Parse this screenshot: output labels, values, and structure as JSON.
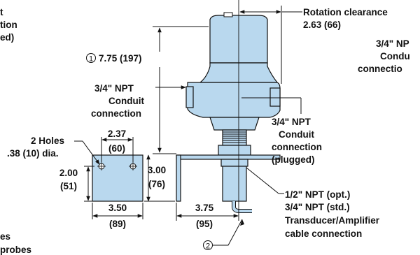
{
  "labels": {
    "top_left_1": "t",
    "top_left_2": "tion",
    "top_left_3": "ed)",
    "rotation_1": "Rotation clearance",
    "rotation_2": "2.63 (66)",
    "conduit_right_1": "3/4\" NP",
    "conduit_right_2": "Condu",
    "conduit_right_3": "connectio",
    "height_marker": "1",
    "height_value": "7.75 (197)",
    "conduit_left_1": "3/4\" NPT",
    "conduit_left_2": "Conduit",
    "conduit_left_3": "connection",
    "plugged_1": "3/4\" NPT",
    "plugged_2": "Conduit",
    "plugged_3": "connection",
    "plugged_4": "(plugged)",
    "holes_1": "2 Holes",
    "holes_2": ".38 (10) dia.",
    "hole_spacing_1": "2.37",
    "hole_spacing_2": "(60)",
    "plate_height_1": "2.00",
    "plate_height_2": "(51)",
    "bracket_height_1": "3.00",
    "bracket_height_2": "(76)",
    "plate_width_1": "3.50",
    "plate_width_2": "(89)",
    "bracket_depth_1": "3.75",
    "bracket_depth_2": "(95)",
    "cable_1": "1/2\" NPT (opt.)",
    "cable_2": "3/4\" NPT (std.)",
    "cable_3": "Transducer/Amplifier",
    "cable_4": "cable connection",
    "probe_marker": "2",
    "bottom_left_1": "es",
    "bottom_left_2": "probes"
  },
  "colors": {
    "part_fill": "#b9d8ee",
    "line": "#111111"
  }
}
